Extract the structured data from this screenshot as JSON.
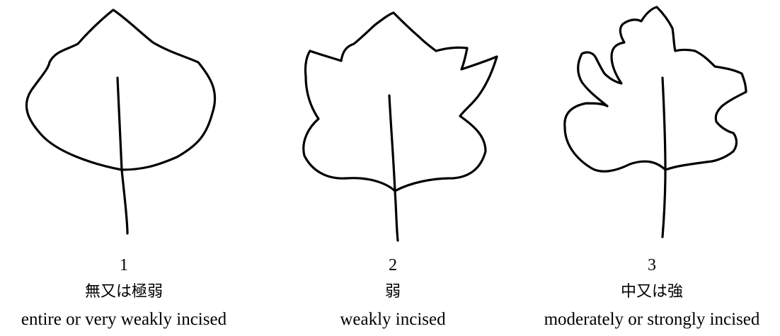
{
  "leaves": [
    {
      "number": "1",
      "label_ja": "無又は極弱",
      "label_en": "entire or very weakly incised",
      "icon": "leaf-entire-icon"
    },
    {
      "number": "2",
      "label_ja": "弱",
      "label_en": "weakly incised",
      "icon": "leaf-weakly-incised-icon"
    },
    {
      "number": "3",
      "label_ja": "中又は強",
      "label_en": "moderately or strongly incised",
      "icon": "leaf-strongly-incised-icon"
    }
  ],
  "colors": {
    "stroke": "#000000",
    "background": "#ffffff"
  }
}
